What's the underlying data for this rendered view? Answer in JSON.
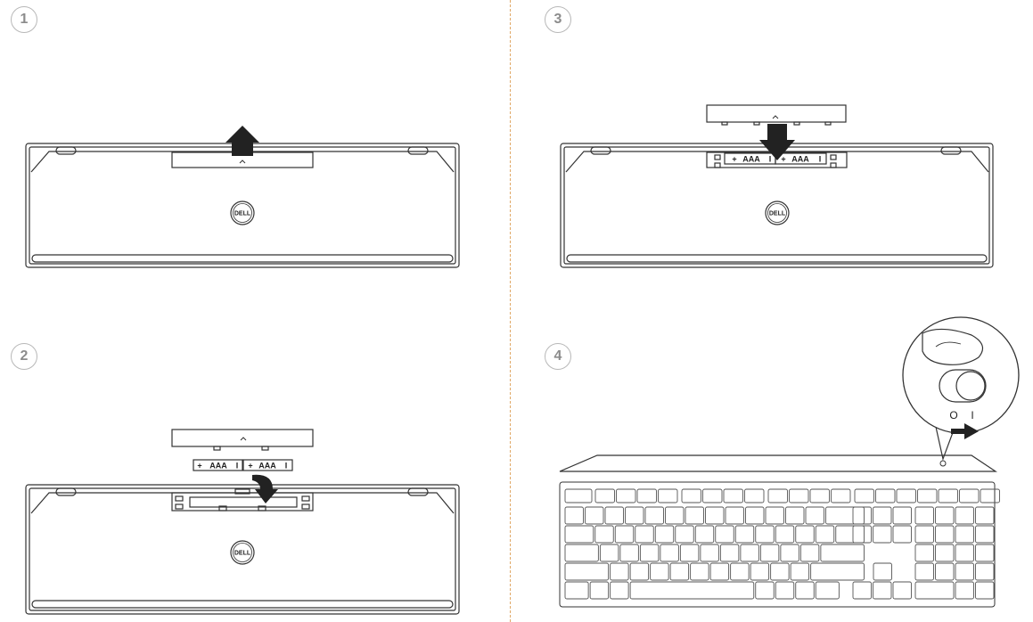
{
  "steps": [
    {
      "number": "1"
    },
    {
      "number": "2"
    },
    {
      "number": "3"
    },
    {
      "number": "4"
    }
  ],
  "battery": {
    "type_label": "AAA",
    "plus": "+",
    "minus": "I"
  },
  "brand_logo": "DELL",
  "power_switch": {
    "off_label": "O",
    "on_label": "I"
  },
  "colors": {
    "line": "#333333",
    "badge": "#b8b8b8",
    "divider": "#e0a866",
    "arrow": "#222222"
  }
}
